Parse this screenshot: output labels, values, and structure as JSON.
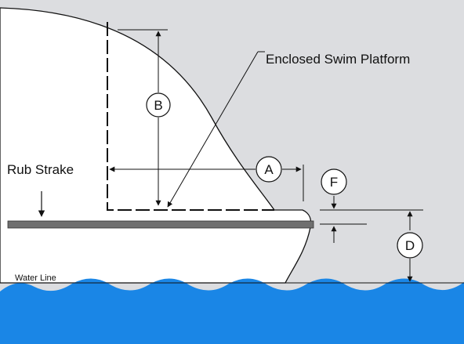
{
  "labels": {
    "enclosed_platform": "Enclosed Swim Platform",
    "rub_strake": "Rub Strake",
    "water_line": "Water Line"
  },
  "markers": {
    "a": "A",
    "b": "B",
    "d": "D",
    "f": "F"
  },
  "colors": {
    "background": "#dcdde0",
    "hull": "#ffffff",
    "rub_strake": "#6f6f6f",
    "water": "#1a86e6",
    "line": "#111111"
  }
}
